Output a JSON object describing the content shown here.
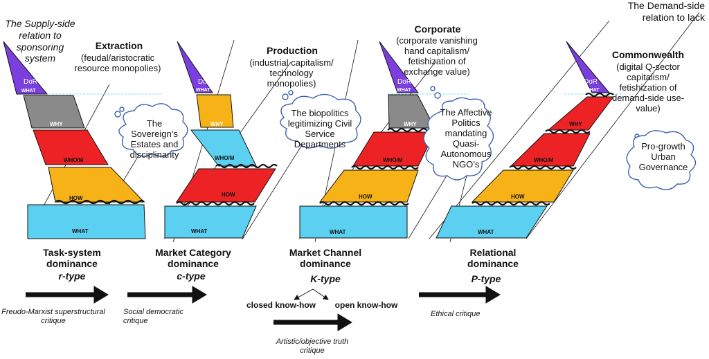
{
  "colors": {
    "what": "#5bd0f0",
    "how": "#f7b217",
    "whom": "#ec2224",
    "why": "#8a8a8a",
    "why_yellow": "#f7b217",
    "why_red": "#ec2224",
    "whom_blue": "#5bd0f0",
    "dor": "#7b3fe0",
    "outline": "#111111"
  },
  "layer_labels": {
    "what": "WHAT",
    "how": "HOW",
    "whom": "WHO/M",
    "why": "WHY",
    "dor": "DoR",
    "dor_what": "WHAT"
  },
  "top_left": "The Supply-side relation to sponsoring system",
  "top_right": "The Demand-side relation to lack",
  "stages": [
    {
      "title": "Extraction",
      "subtitle": "(feudal/aristocratic resource monopolies)",
      "cloud": "The Sovereign’s Estates and disciplinarity",
      "dominance": "Task-system dominance",
      "type": "r-type",
      "critique": "Freudo-Marxist superstructural critique"
    },
    {
      "title": "Production",
      "subtitle": "(industrial capitalism/ technology monopolies)",
      "cloud": "The biopolitics legitimizing Civil Service Departments",
      "dominance": "Market Category dominance",
      "type": "c-type",
      "critique": "Social democratic critique"
    },
    {
      "title": "Corporate",
      "subtitle": "(corporate vanishing hand capitalism/ fetishization of exchange value)",
      "cloud": "The Affective Politics mandating Quasi-Autonomous NGO’s",
      "dominance": "Market Channel dominance",
      "type": "K-type",
      "critique": "Artistic/objective truth critique",
      "branch_left": "closed know-how",
      "branch_right": "open know-how"
    },
    {
      "title": "Commonwealth",
      "subtitle": "(digital Q-sector capitalism/ fetishization of demand-side use-value)",
      "cloud": "Pro-growth Urban Governance",
      "dominance": "Relational dominance",
      "type": "P-type",
      "critique": "Ethical critique"
    }
  ]
}
